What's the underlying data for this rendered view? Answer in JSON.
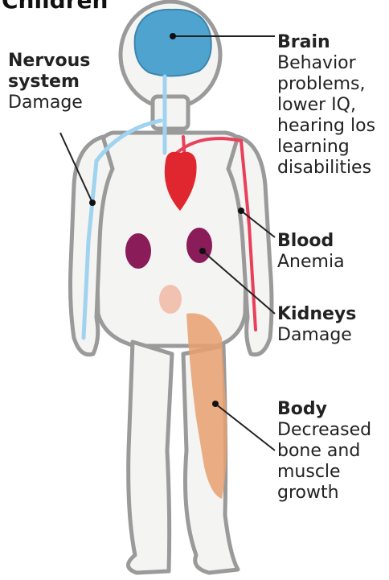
{
  "title": "Children",
  "labels": {
    "nervous": {
      "title": "Nervous system",
      "desc": "Damage"
    },
    "brain": {
      "title": "Brain",
      "desc": "Behavior problems, lower IQ, hearing los learning disabilities"
    },
    "blood": {
      "title": "Blood",
      "desc": "Anemia"
    },
    "kidneys": {
      "title": "Kidneys",
      "desc": "Damage"
    },
    "body": {
      "title": "Body",
      "desc": "Decreased bone and muscle growth"
    }
  },
  "colors": {
    "brain": "#4fa3cf",
    "nerves": "#9fd3ef",
    "heart": "#e0262e",
    "vessels": "#e8405a",
    "kidneys": "#8a1c5a",
    "muscle": "#e8a070",
    "outline": "#9a9a9a",
    "leader": "#222222"
  }
}
